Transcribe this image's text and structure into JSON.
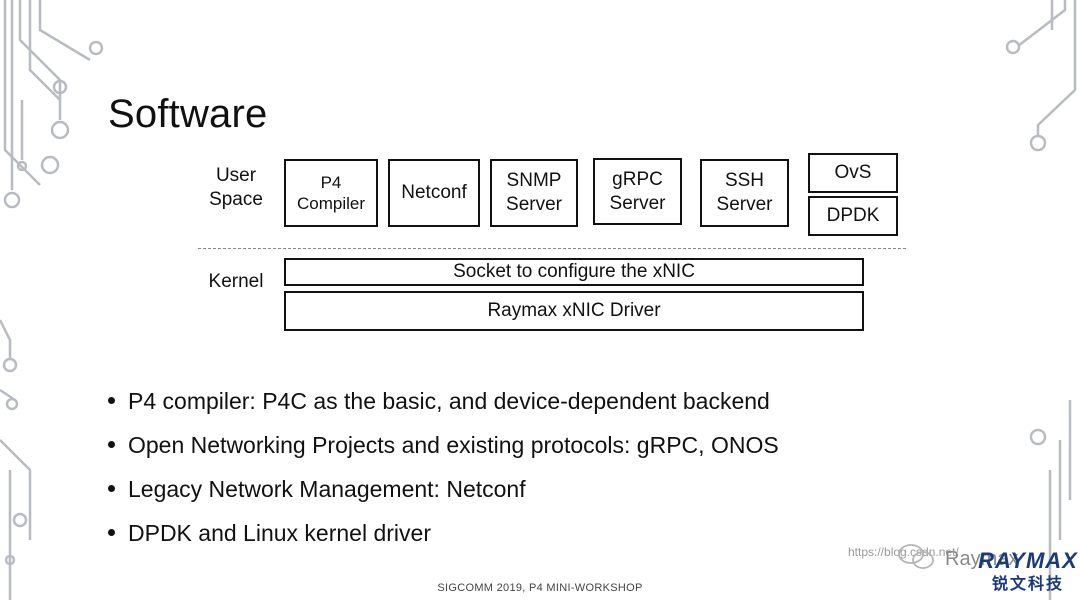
{
  "slide": {
    "title": "Software",
    "labels": {
      "user_space": "User\nSpace",
      "kernel": "Kernel"
    },
    "user_space_boxes": [
      "P4\nCompiler",
      "Netconf",
      "SNMP\nServer",
      "gRPC\nServer",
      "SSH\nServer",
      "OvS",
      "DPDK"
    ],
    "kernel_boxes": [
      "Socket to configure the xNIC",
      "Raymax xNIC Driver"
    ],
    "bullets": [
      "P4 compiler: P4C as the basic, and device-dependent backend",
      "Open Networking Projects and existing protocols: gRPC, ONOS",
      "Legacy Network Management: Netconf",
      "DPDK and Linux kernel driver"
    ],
    "footer": "SIGCOMM 2019, P4 MINI-WORKSHOP"
  },
  "watermark": {
    "url": "https://blog.csdn.net/",
    "brand_text": "Raymax",
    "logo_top": "RAYMAX",
    "logo_bottom": "锐文科技"
  },
  "colors": {
    "text": "#111111",
    "circuit_decoration": "#b8bcc2",
    "logo": "#1a3a7a"
  },
  "icons": [
    "wechat-icon"
  ]
}
